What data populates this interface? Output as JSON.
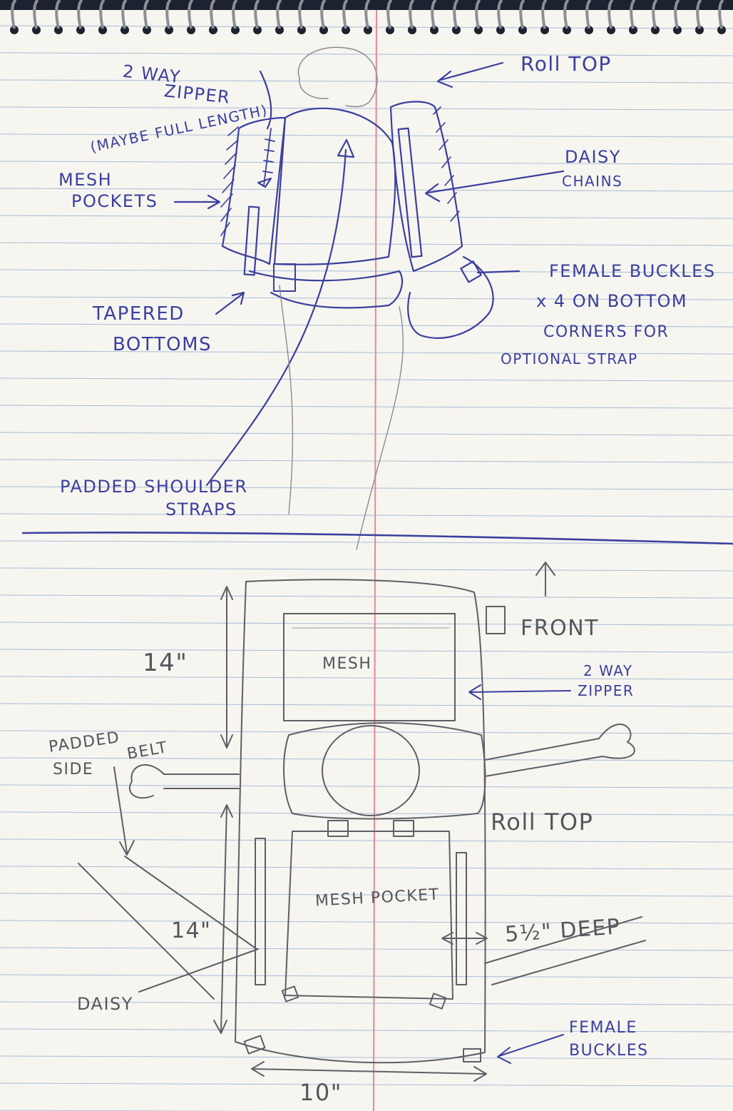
{
  "colors": {
    "paper": "#f6f5f0",
    "rule_line": "#a9bdd6",
    "margin_line": "#e48a96",
    "pen_ink": "#3b3f9e",
    "pencil": "#6a6b70",
    "binding": "#1d2230"
  },
  "icons": [
    "spiral-binding-icon"
  ],
  "top_sketch": {
    "labels": {
      "two_way_zipper_1": "2 WAY",
      "two_way_zipper_2": "ZIPPER",
      "maybe_full_length": "(MAYBE FULL LENGTH)",
      "mesh_pockets_1": "MESH",
      "mesh_pockets_2": "POCKETS",
      "tapered_bottoms_1": "TAPERED",
      "tapered_bottoms_2": "BOTTOMS",
      "padded_straps_1": "PADDED SHOULDER",
      "padded_straps_2": "STRAPS",
      "roll_top": "Roll TOP",
      "daisy_chains_1": "DAISY",
      "daisy_chains_2": "CHAINS",
      "female_buckles_1": "FEMALE BUCKLES",
      "female_buckles_2": "x 4  ON  BOTTOM",
      "female_buckles_3": "CORNERS  FOR",
      "female_buckles_4": "OPTIONAL  STRAP"
    }
  },
  "bottom_sketch": {
    "labels": {
      "front": "FRONT",
      "two_way_zipper_1": "2 WAY",
      "two_way_zipper_2": "ZIPPER",
      "mesh": "MESH",
      "padded_side_belt_1": "PADDED",
      "padded_side_belt_2": "BELT",
      "padded_side_belt_3": "SIDE",
      "roll_top": "Roll TOP",
      "mesh_pocket": "MESH POCKET",
      "depth": "5½\" DEEP",
      "daisy": "DAISY",
      "female_buckles_1": "FEMALE",
      "female_buckles_2": "BUCKLES"
    },
    "dimensions": {
      "height_top": "14\"",
      "height_side": "14\"",
      "width": "10\""
    }
  }
}
